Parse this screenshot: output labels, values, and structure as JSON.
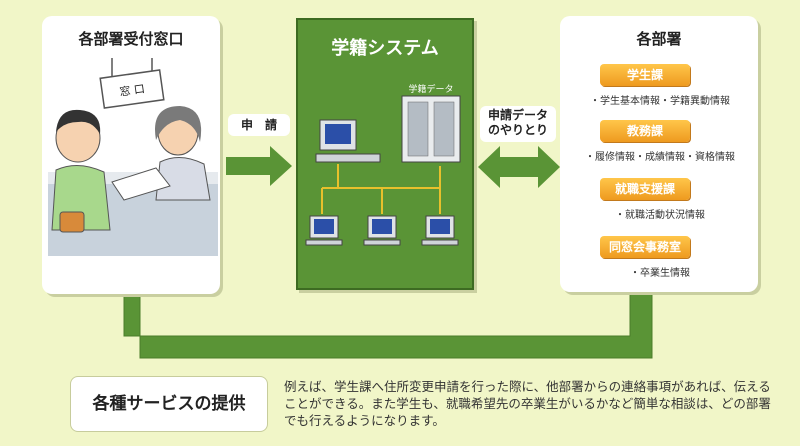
{
  "left_panel": {
    "title": "各部署受付窓口",
    "sign_text": "窓 口"
  },
  "center_panel": {
    "title": "学籍システム",
    "server_label": "学籍データ"
  },
  "right_panel": {
    "title": "各部署",
    "departments": [
      {
        "name": "学生課",
        "desc": "・学生基本情報・学籍異動情報"
      },
      {
        "name": "教務課",
        "desc": "・履修情報・成績情報・資格情報"
      },
      {
        "name": "就職支援課",
        "desc": "・就職活動状況情報"
      },
      {
        "name": "同窓会事務室",
        "desc": "・卒業生情報"
      }
    ]
  },
  "arrows": {
    "application_label": "申　請",
    "exchange_label_line1": "申請データ",
    "exchange_label_line2": "のやりとり"
  },
  "services": {
    "title": "各種サービスの提供",
    "description": "例えば、学生課へ住所変更申請を行った際に、他部署からの連絡事項があれば、伝えることができる。また学生も、就職希望先の卒業生がいるかなど簡単な相談は、どの部署でも行えるようになります。"
  },
  "colors": {
    "background": "#f1f6c8",
    "system_green": "#5a9436",
    "arrow_green": "#5a9436",
    "dept_orange": "#f0a21f",
    "network_line": "#e8c02c"
  }
}
